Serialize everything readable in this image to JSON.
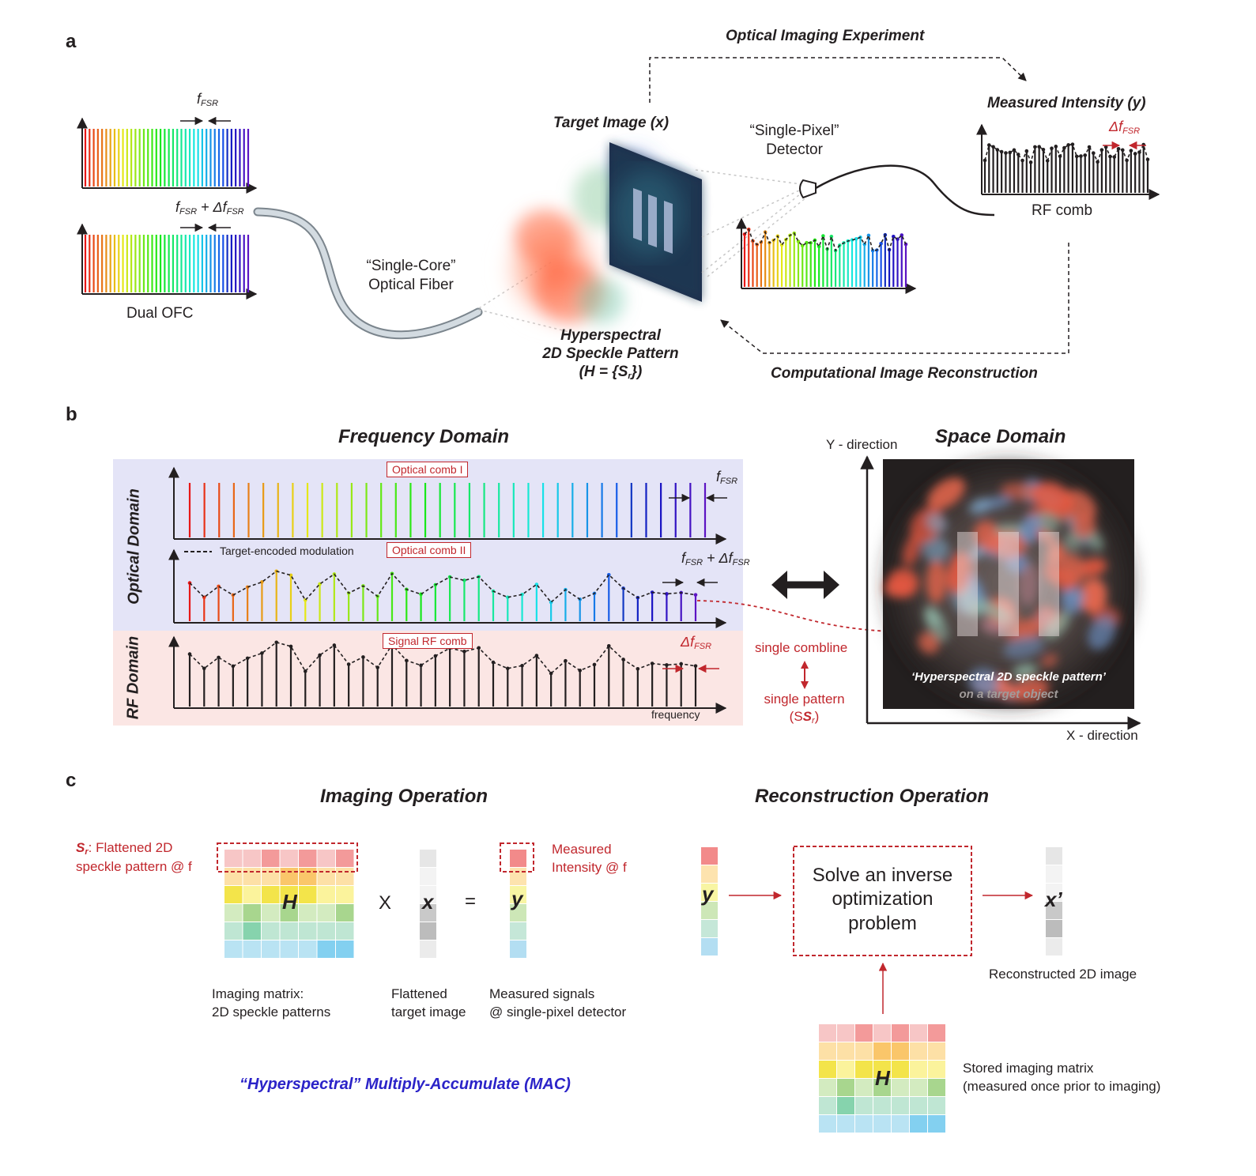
{
  "panel_a": {
    "label": "a",
    "optical_imaging_experiment": "Optical Imaging Experiment",
    "computational_reconstruction": "Computational Image Reconstruction",
    "target_image": "Target Image (x)",
    "measured_intensity": "Measured Intensity (y)",
    "detector_line1": "“Single-Pixel”",
    "detector_line2": "Detector",
    "fiber_line1": "“Single-Core”",
    "fiber_line2": "Optical Fiber",
    "speckle_line1": "Hyperspectral",
    "speckle_line2": "2D Speckle Pattern",
    "speckle_line3": "(H = {S",
    "speckle_sub": "r",
    "speckle_end": "})",
    "dual_ofc": "Dual OFC",
    "rf_comb": "RF comb",
    "f_sym": "f",
    "fsr_sub": "FSR",
    "plus_delta": " + Δf",
    "delta_f": "Δf"
  },
  "panel_b": {
    "label": "b",
    "frequency_domain": "Frequency Domain",
    "space_domain": "Space Domain",
    "optical_domain": "Optical Domain",
    "rf_domain": "RF Domain",
    "optical_comb_1": "Optical comb I",
    "optical_comb_2": "Optical comb II",
    "signal_rf_comb": "Signal RF comb",
    "target_encoded": "Target-encoded modulation",
    "frequency": "frequency",
    "y_direction": "Y - direction",
    "x_direction": "X - direction",
    "single_combline": "single combline",
    "single_pattern": "single pattern",
    "sr_open": "(S",
    "sr_sub": "r",
    "sr_close": ")",
    "speckle_caption": "‘Hyperspectral 2D speckle pattern’",
    "target_object_caption": "on a target object"
  },
  "panel_c": {
    "label": "c",
    "imaging_operation": "Imaging Operation",
    "reconstruction_operation": "Reconstruction Operation",
    "sr_symbol": "S",
    "sr_sub": "r",
    "sr_desc_1": ": Flattened 2D",
    "sr_desc_2": "speckle pattern @ f",
    "measured_1": "Measured",
    "measured_2": "Intensity @ f",
    "H": "H",
    "times": "X",
    "x": "x",
    "equals": "=",
    "y": "y",
    "x_prime": "x’",
    "imaging_matrix_1": "Imaging matrix:",
    "imaging_matrix_2": "2D speckle patterns",
    "flattened_1": "Flattened",
    "flattened_2": "target image",
    "measured_signals_1": "Measured signals",
    "measured_signals_2": "@ single-pixel detector",
    "solve_1": "Solve an inverse",
    "solve_2": "optimization",
    "solve_3": "problem",
    "reconstructed": "Reconstructed 2D image",
    "stored_1": "Stored imaging matrix",
    "stored_2": "(measured once prior to imaging)",
    "mac": "“Hyperspectral” Multiply-Accumulate (MAC)"
  },
  "colors": {
    "accent_red": "#c1272d",
    "mac_blue": "#2b23c8",
    "optical_bg": "#e4e4f7",
    "rf_bg": "#fbe6e4"
  }
}
